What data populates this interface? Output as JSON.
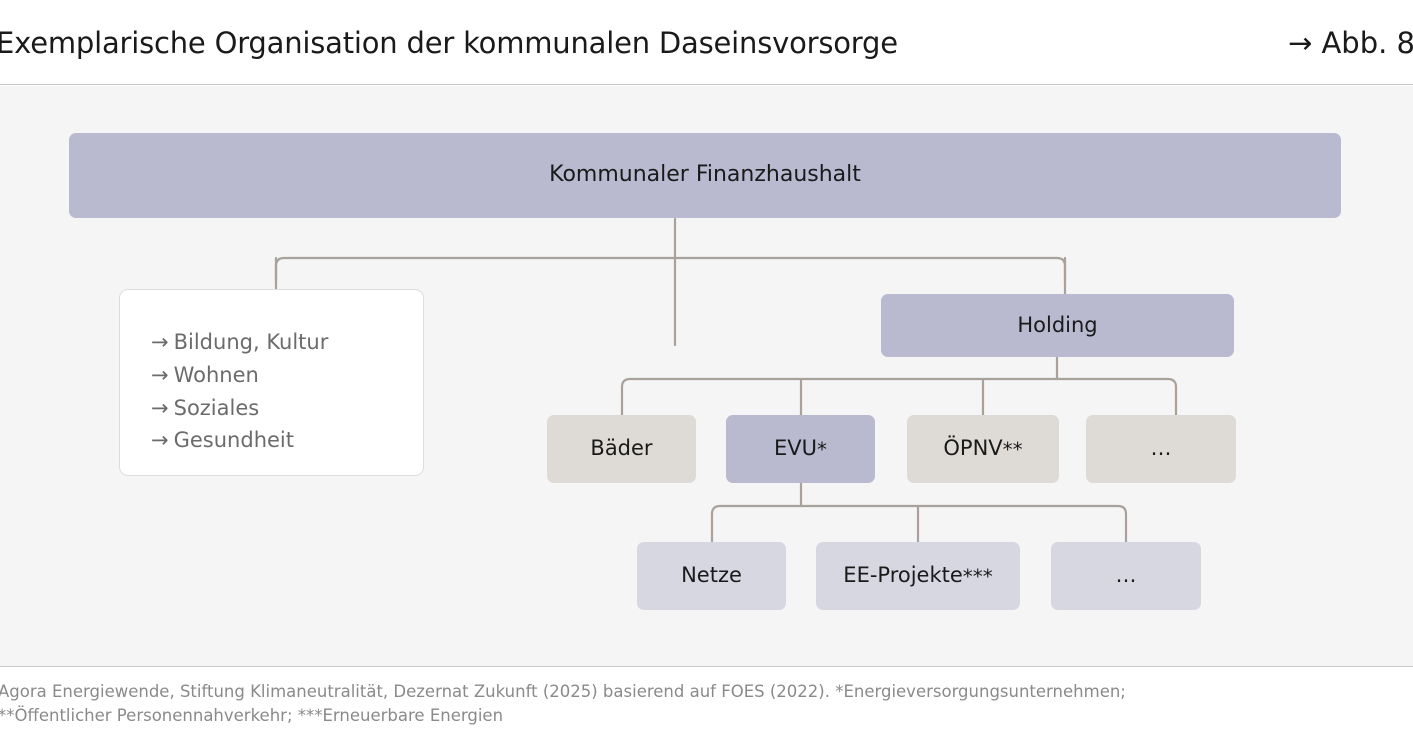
{
  "header": {
    "title": "Exemplarische Organisation der kommunalen Daseinsvorsorge",
    "figure_ref": "→ Abb. 8"
  },
  "diagram": {
    "type": "org-chart",
    "root": {
      "label": "Kommunaler Finanzhaushalt",
      "color": "#b9bad0"
    },
    "services_card": {
      "items": [
        {
          "arrow": "→",
          "label": "Bildung, Kultur"
        },
        {
          "arrow": "→",
          "label": "Wohnen"
        },
        {
          "arrow": "→",
          "label": "Soziales"
        },
        {
          "arrow": "→",
          "label": "Gesundheit"
        }
      ],
      "background": "#ffffff",
      "border": "#dddddd"
    },
    "holding": {
      "label": "Holding",
      "color": "#b9bad0"
    },
    "holding_children": [
      {
        "label": "Bäder",
        "sup": "",
        "color": "#dedbd6"
      },
      {
        "label": "EVU",
        "sup": "*",
        "color": "#b9bad0"
      },
      {
        "label": "ÖPNV",
        "sup": "**",
        "color": "#dedbd6"
      },
      {
        "label": "…",
        "sup": "",
        "color": "#dedbd6"
      }
    ],
    "evu_children": [
      {
        "label": "Netze",
        "sup": "",
        "color": "#d7d7e2"
      },
      {
        "label": "EE-Projekte",
        "sup": "***",
        "color": "#d7d7e2"
      },
      {
        "label": "…",
        "sup": "",
        "color": "#d7d7e2"
      }
    ],
    "connector_color": "#a8a29b",
    "canvas_background": "#f5f5f5"
  },
  "footer": {
    "line1": "Agora Energiewende, Stiftung Klimaneutralität, Dezernat Zukunft (2025) basierend auf FOES (2022). *Energieversorgungsunternehmen;",
    "line2": "**Öffentlicher Personennahverkehr; ***Erneuerbare Energien"
  }
}
